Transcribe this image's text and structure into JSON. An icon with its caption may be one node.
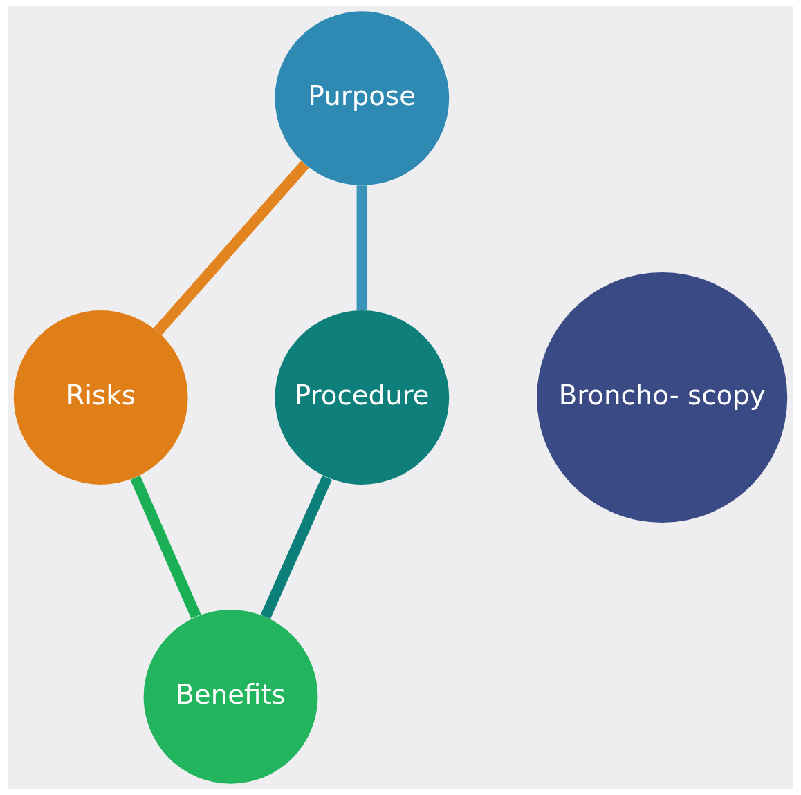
{
  "diagram": {
    "nodes": [
      {
        "text": [
          "Broncho- scopy"
        ]
      },
      {
        "text": [
          "Purpose"
        ]
      },
      {
        "text": [
          "Procedure"
        ]
      },
      {
        "text": [
          "Benefits"
        ]
      },
      {
        "text": [
          "Risks"
        ]
      }
    ],
    "edges": [
      {
        "from": 1,
        "to": 2,
        "arrow": "none",
        "color": "#3a93b8"
      },
      {
        "from": 2,
        "to": 3,
        "arrow": "none",
        "color": "#0d7f7a"
      },
      {
        "from": 4,
        "to": 3,
        "arrow": "none",
        "color": "#1bb055"
      },
      {
        "from": 4,
        "to": 1,
        "arrow": "none",
        "color": "#e28420"
      }
    ]
  }
}
